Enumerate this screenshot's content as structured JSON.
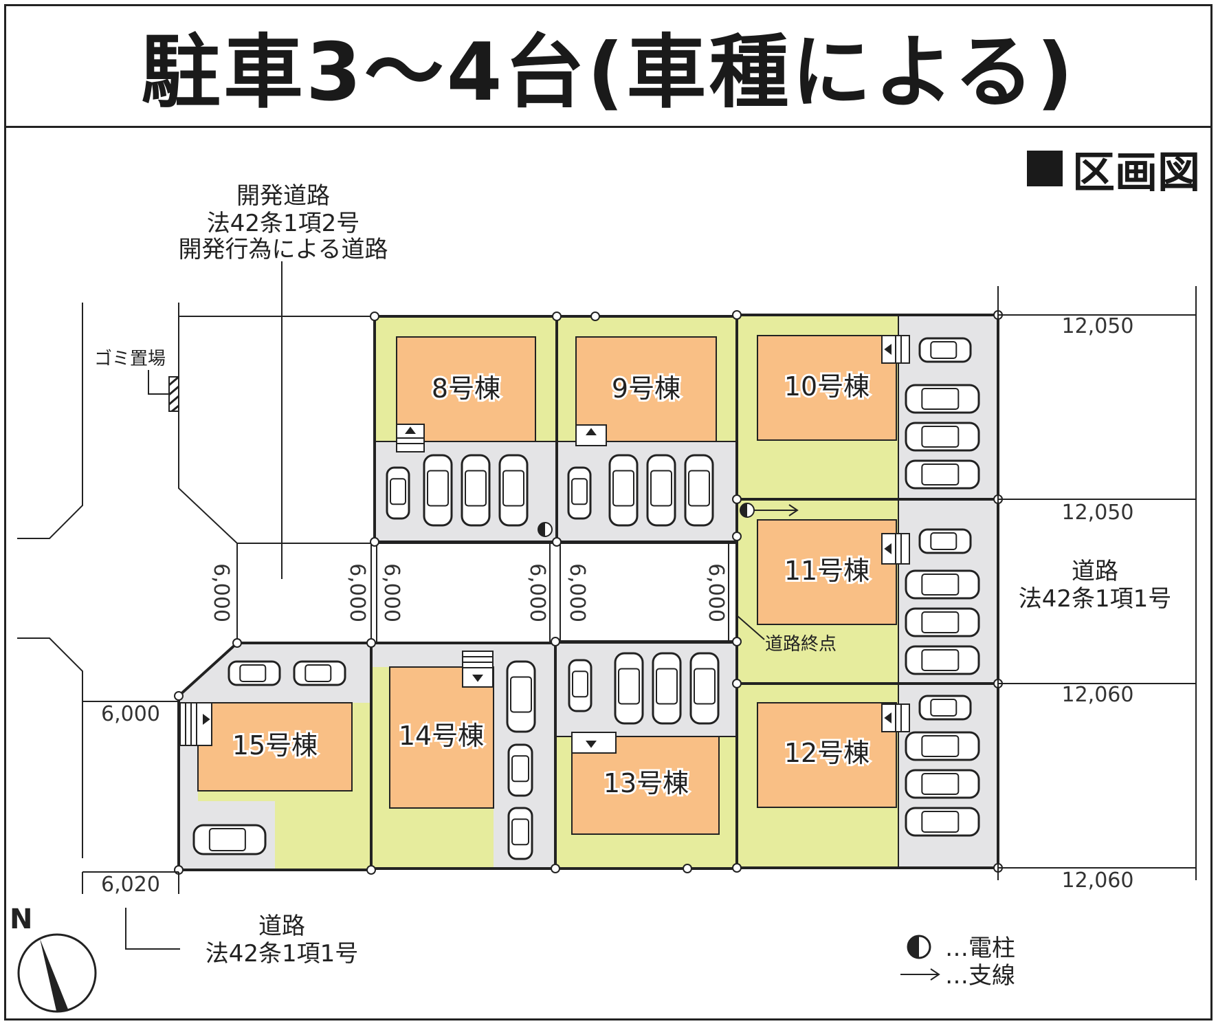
{
  "title": "駐車3～4台(車種による)",
  "section_heading": "区画図",
  "development_road": {
    "line1": "開発道路",
    "line2": "法42条1項2号",
    "line3": "開発行為による道路"
  },
  "east_road": {
    "line1": "道路",
    "line2": "法42条1項1号"
  },
  "south_road": {
    "line1": "道路",
    "line2": "法42条1項1号"
  },
  "garbage_label": "ゴミ置場",
  "road_end_label": "道路終点",
  "north_label": "N",
  "legend": {
    "pole": "…電柱",
    "guy_wire": "…支線"
  },
  "lots": [
    {
      "id": "8",
      "label": "8号棟"
    },
    {
      "id": "9",
      "label": "9号棟"
    },
    {
      "id": "10",
      "label": "10号棟"
    },
    {
      "id": "11",
      "label": "11号棟"
    },
    {
      "id": "12",
      "label": "12号棟"
    },
    {
      "id": "13",
      "label": "13号棟"
    },
    {
      "id": "14",
      "label": "14号棟"
    },
    {
      "id": "15",
      "label": "15号棟"
    }
  ],
  "dimensions": {
    "east_1": "12,050",
    "east_2": "12,050",
    "east_3": "12,060",
    "east_4": "12,060",
    "road_width_1": "6,000",
    "road_width_2": "6,000",
    "road_width_3": "6,000",
    "road_width_4": "6,000",
    "road_width_5": "6,000",
    "road_width_6": "6,000",
    "south_1": "6,000",
    "south_2": "6,020"
  },
  "colors": {
    "house": "#f9bf85",
    "yard": "#e6ec9d",
    "parking": "#e4e4e6",
    "line": "#222222"
  }
}
